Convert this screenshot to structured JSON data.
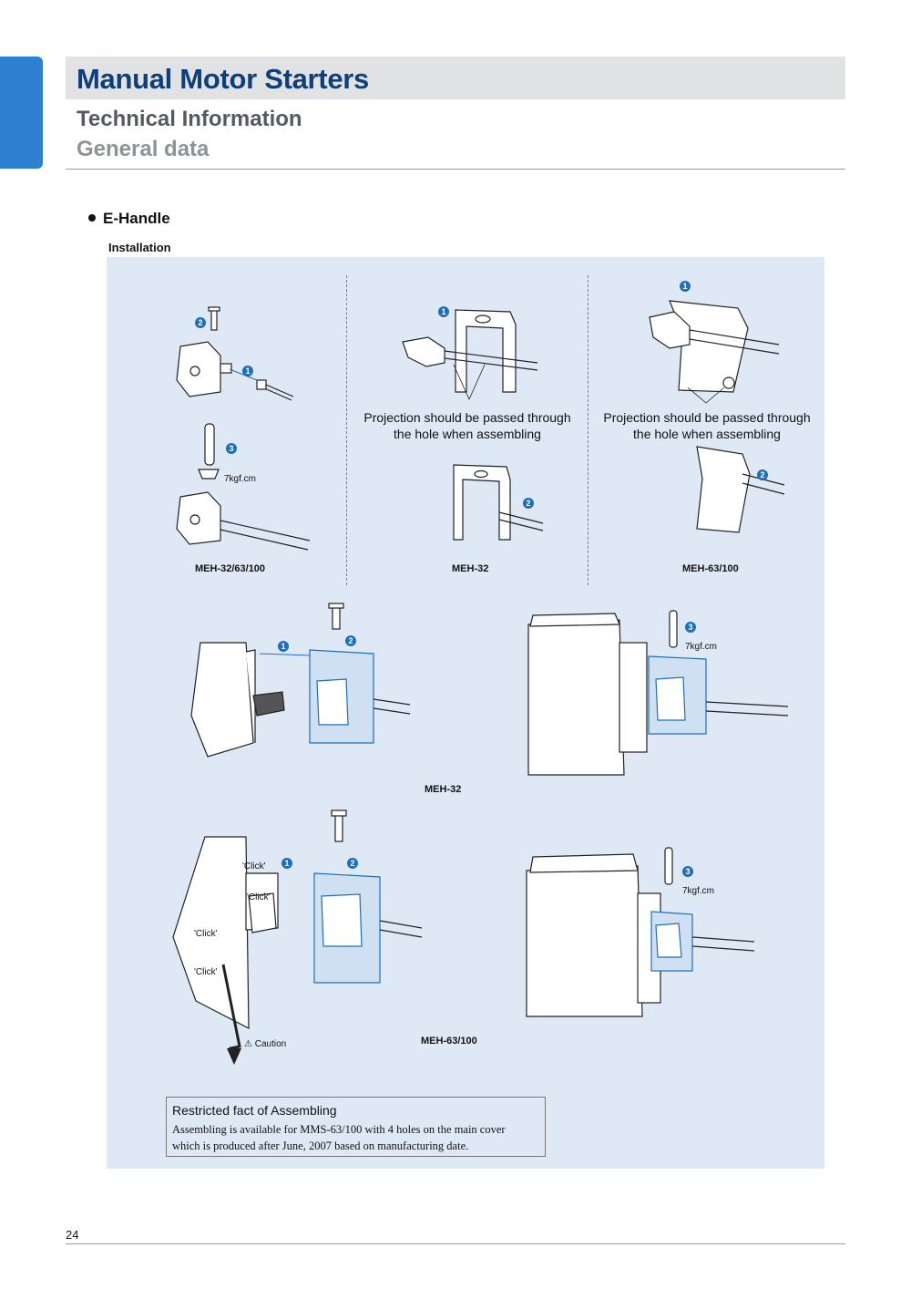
{
  "header": {
    "title": "Manual Motor Starters",
    "subtitle": "Technical Information",
    "subsubtitle": "General data"
  },
  "section": {
    "heading": "E-Handle",
    "subheading": "Installation"
  },
  "captions": {
    "projection_1_line1": "Projection should be passed through",
    "projection_1_line2": "the hole when assembling",
    "projection_2_line1": "Projection should be passed through",
    "projection_2_line2": "the hole when assembling"
  },
  "models": {
    "top_left": "MEH-32/63/100",
    "top_mid": "MEH-32",
    "top_right": "MEH-63/100",
    "middle": "MEH-32",
    "bottom": "MEH-63/100"
  },
  "annotations": {
    "torque_1": "7kgf.cm",
    "torque_2": "7kgf.cm",
    "torque_3": "7kgf.cm",
    "click_1": "'Click'",
    "click_2": "'Click'",
    "click_3": "'Click'",
    "click_4": "'Click'",
    "caution": "Caution"
  },
  "steps": {
    "one": "1",
    "two": "2",
    "three": "3"
  },
  "restriction": {
    "title": "Restricted fact of Assembling",
    "line1": "Assembling is available for MMS-63/100 with 4 holes on the main cover",
    "line2": "which is produced after June, 2007 based on manufacturing date."
  },
  "footer": {
    "page_number": "24"
  },
  "colors": {
    "brand_blue": "#0f3f7a",
    "tab_blue": "#2d7fd0",
    "panel_bg": "#dfe9f5",
    "step_badge": "#1f6fb8"
  }
}
